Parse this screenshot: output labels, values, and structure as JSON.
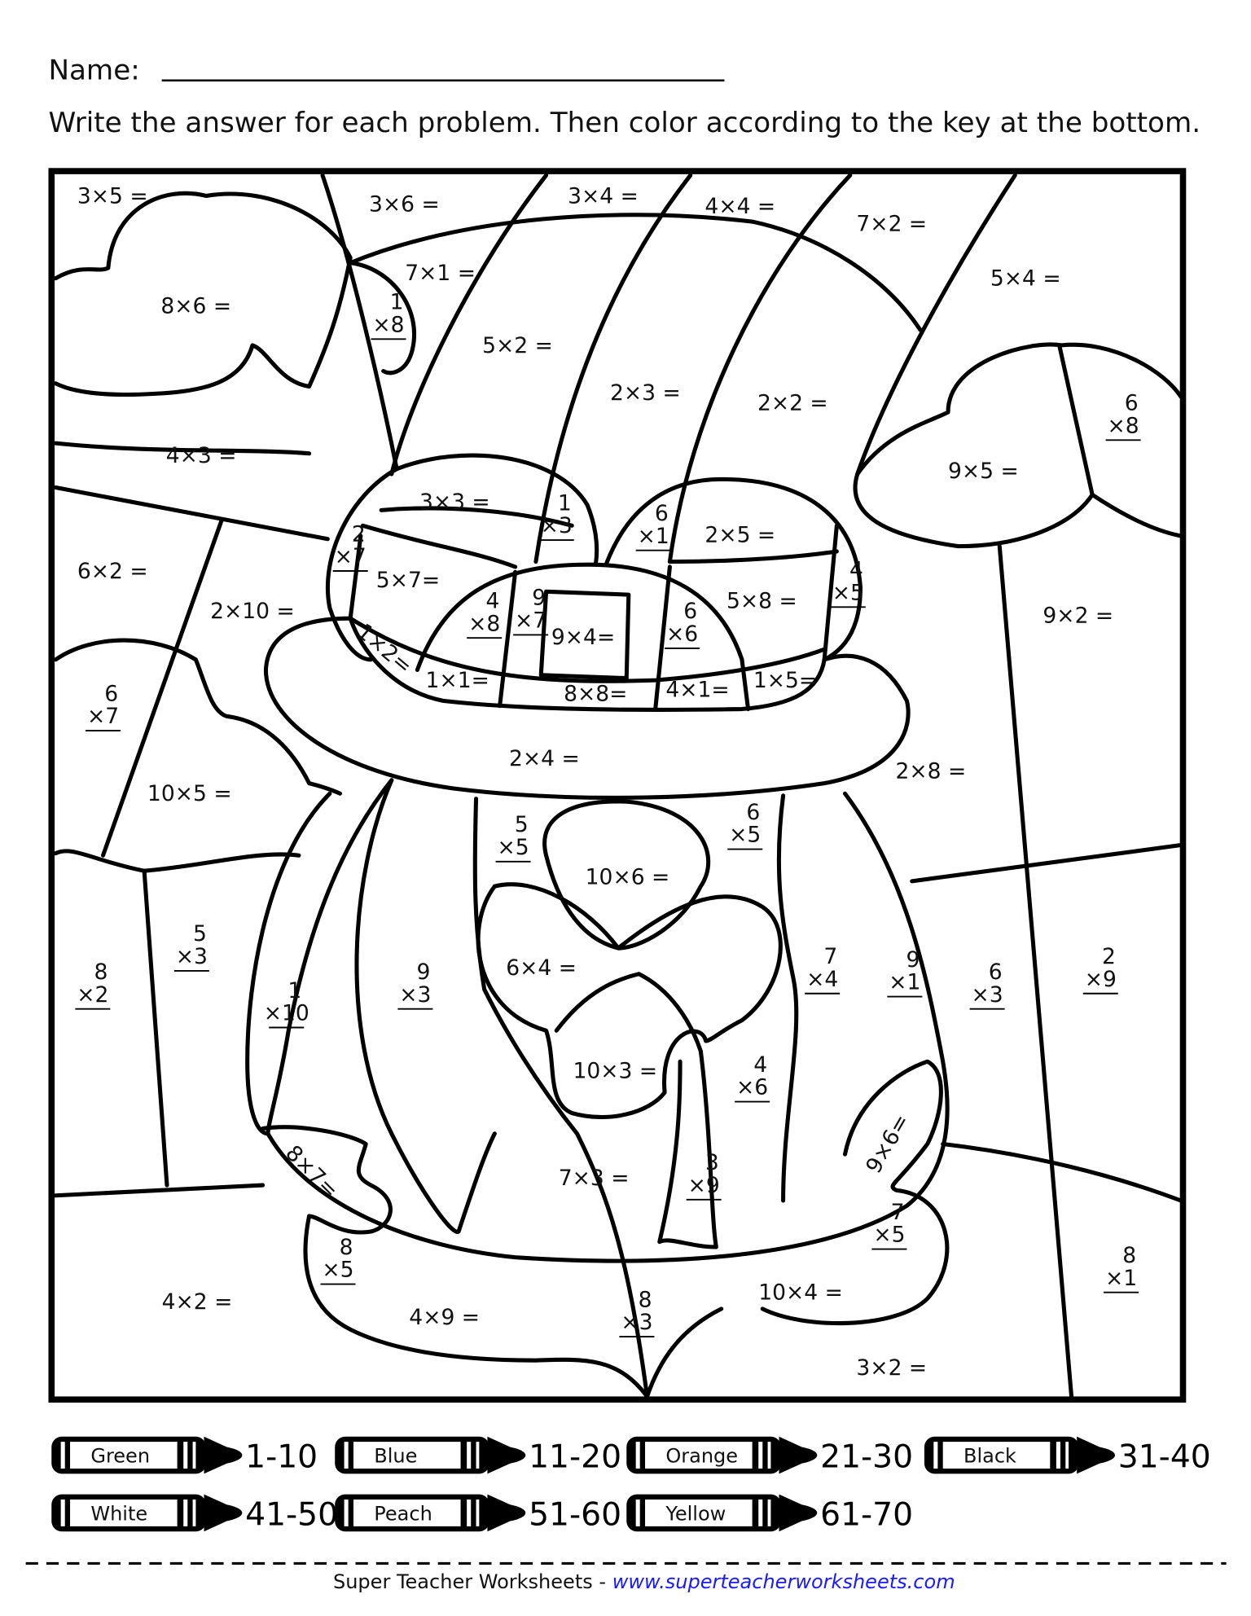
{
  "header": {
    "name_label": "Name:",
    "instructions": "Write the answer for each problem.  Then color according to the key at the bottom."
  },
  "problems": {
    "horizontal": [
      "3×5 =",
      "3×6 =",
      "3×4 =",
      "4×4 =",
      "7×2 =",
      "5×4 =",
      "7×1 =",
      "8×6 =",
      "5×2 =",
      "2×3 =",
      "2×2 =",
      "4×3 =",
      "9×5 =",
      "3×3 =",
      "2×5 =",
      "6×2 =",
      "5×7=",
      "5×8 =",
      "2×10 =",
      "9×2 =",
      "9×4=",
      "1×1=",
      "8×8=",
      "4×1=",
      "1×5=",
      "2×4 =",
      "2×8 =",
      "10×5 =",
      "10×6 =",
      "6×4 =",
      "10×3 =",
      "7×3 =",
      "10×4 =",
      "4×2 =",
      "4×9 =",
      "3×2 ="
    ],
    "rotated": [
      "1×2=",
      "8×7=",
      "9×6="
    ],
    "vertical": [
      {
        "top": "1",
        "bottom": "×8"
      },
      {
        "top": "1",
        "bottom": "×3"
      },
      {
        "top": "6",
        "bottom": "×1"
      },
      {
        "top": "2",
        "bottom": "×7"
      },
      {
        "top": "4",
        "bottom": "×5"
      },
      {
        "top": "4",
        "bottom": "×8"
      },
      {
        "top": "9",
        "bottom": "×7"
      },
      {
        "top": "6",
        "bottom": "×6"
      },
      {
        "top": "6",
        "bottom": "×8"
      },
      {
        "top": "6",
        "bottom": "×7"
      },
      {
        "top": "5",
        "bottom": "×5"
      },
      {
        "top": "6",
        "bottom": "×5"
      },
      {
        "top": "5",
        "bottom": "×3"
      },
      {
        "top": "8",
        "bottom": "×2"
      },
      {
        "top": "1",
        "bottom": "×10"
      },
      {
        "top": "9",
        "bottom": "×3"
      },
      {
        "top": "7",
        "bottom": "×4"
      },
      {
        "top": "9",
        "bottom": "×1"
      },
      {
        "top": "6",
        "bottom": "×3"
      },
      {
        "top": "2",
        "bottom": "×9"
      },
      {
        "top": "4",
        "bottom": "×6"
      },
      {
        "top": "3",
        "bottom": "×9"
      },
      {
        "top": "7",
        "bottom": "×5"
      },
      {
        "top": "8",
        "bottom": "×5"
      },
      {
        "top": "8",
        "bottom": "×3"
      },
      {
        "top": "8",
        "bottom": "×1"
      }
    ]
  },
  "color_key": [
    {
      "color": "Green",
      "range": "1-10"
    },
    {
      "color": "Blue",
      "range": "11-20"
    },
    {
      "color": "Orange",
      "range": "21-30"
    },
    {
      "color": "Black",
      "range": "31-40"
    },
    {
      "color": "White",
      "range": "41-50"
    },
    {
      "color": "Peach",
      "range": "51-60"
    },
    {
      "color": "Yellow",
      "range": "61-70"
    }
  ],
  "footer": {
    "publisher": "Super Teacher Worksheets - ",
    "url": "www.superteacherworksheets.com",
    "url_color": "#1a1aff"
  }
}
